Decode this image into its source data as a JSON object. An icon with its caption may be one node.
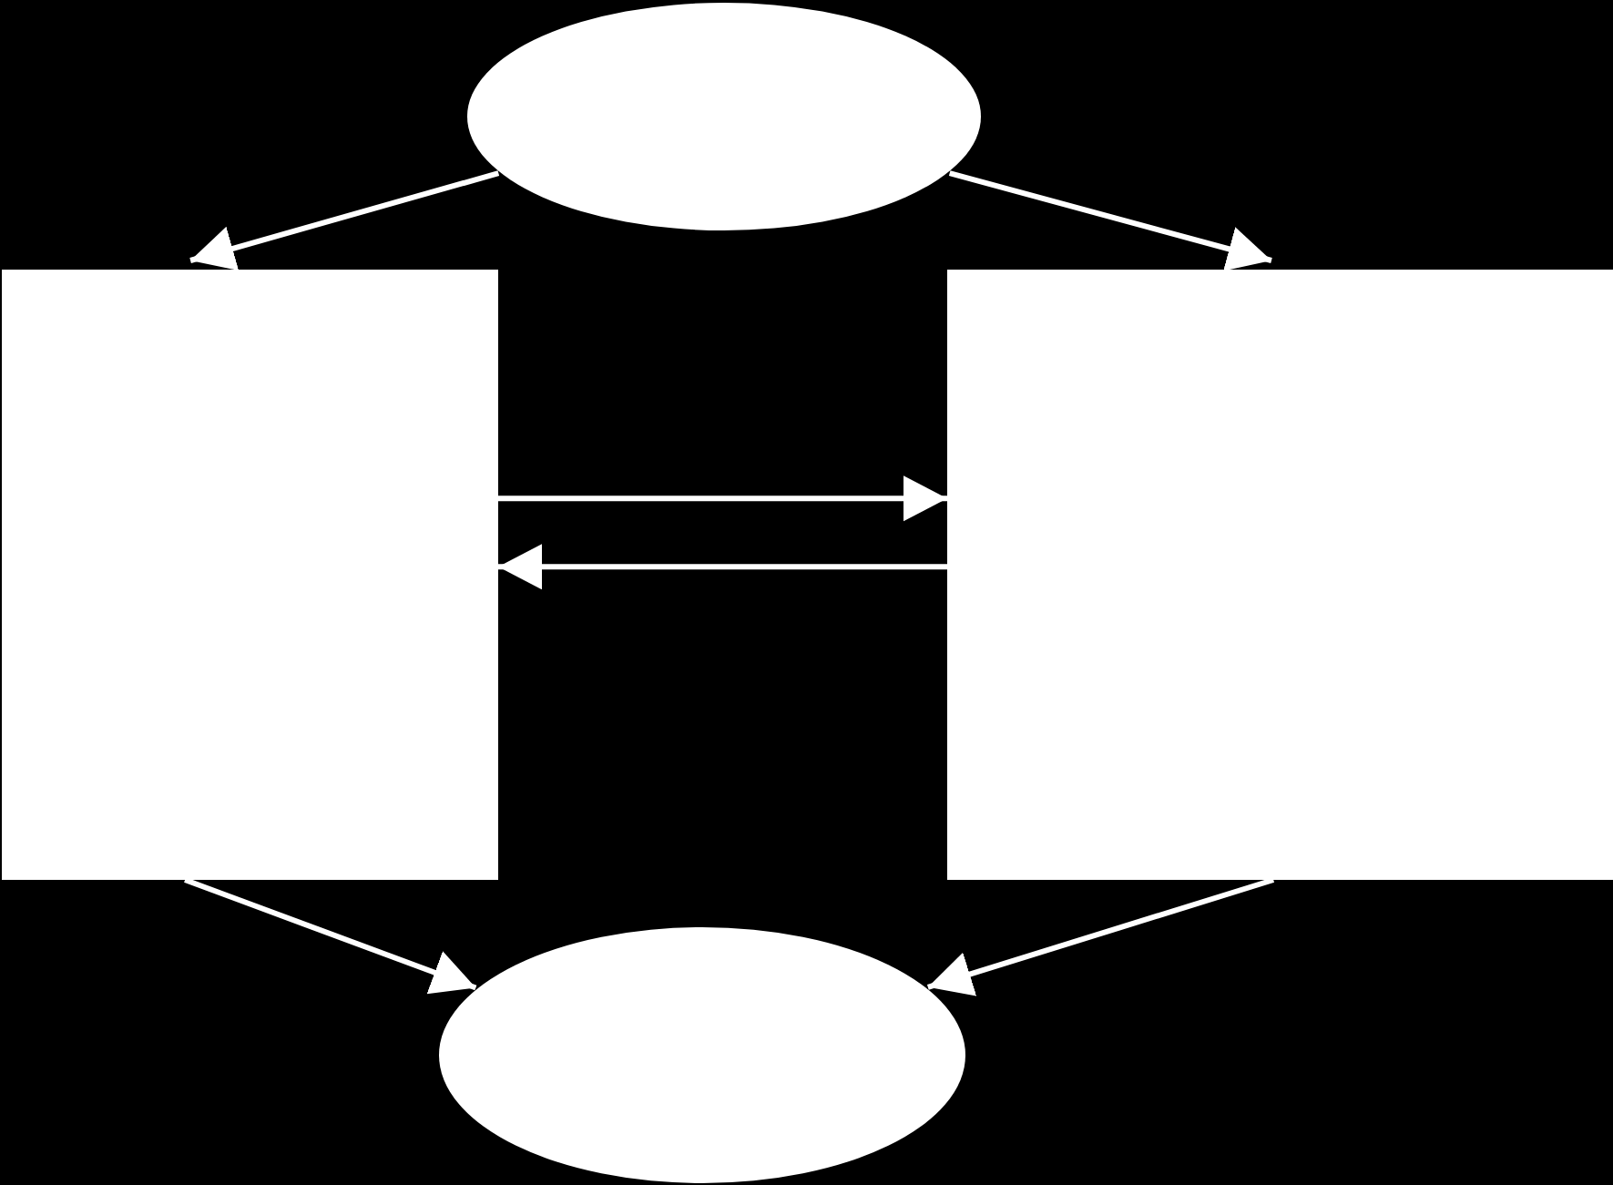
{
  "diagram": {
    "nodes": [
      {
        "text": [],
        "shape": "ellipse"
      },
      {
        "text": [],
        "shape": "box"
      },
      {
        "text": [],
        "shape": "box"
      },
      {
        "text": [],
        "shape": "ellipse"
      }
    ],
    "edges": [
      {
        "from": 0,
        "to": 1,
        "arrow": "to"
      },
      {
        "from": 0,
        "to": 2,
        "arrow": "to"
      },
      {
        "from": 1,
        "to": 2,
        "arrow": "to"
      },
      {
        "from": 2,
        "to": 1,
        "arrow": "to"
      },
      {
        "from": 1,
        "to": 3,
        "arrow": "to"
      },
      {
        "from": 2,
        "to": 3,
        "arrow": "to"
      }
    ]
  }
}
